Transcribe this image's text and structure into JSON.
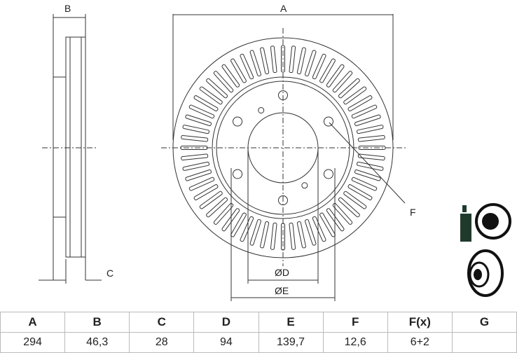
{
  "labels": {
    "a": "A",
    "b": "B",
    "c": "C",
    "d": "ØD",
    "e": "ØE",
    "f": "F"
  },
  "table": {
    "headers": [
      "A",
      "B",
      "C",
      "D",
      "E",
      "F",
      "F(x)",
      "G"
    ],
    "values": [
      "294",
      "46,3",
      "28",
      "94",
      "139,7",
      "12,6",
      "6+2",
      ""
    ]
  },
  "icons": [
    "brake-cleaner-spray-icon",
    "brake-disc-icon"
  ]
}
